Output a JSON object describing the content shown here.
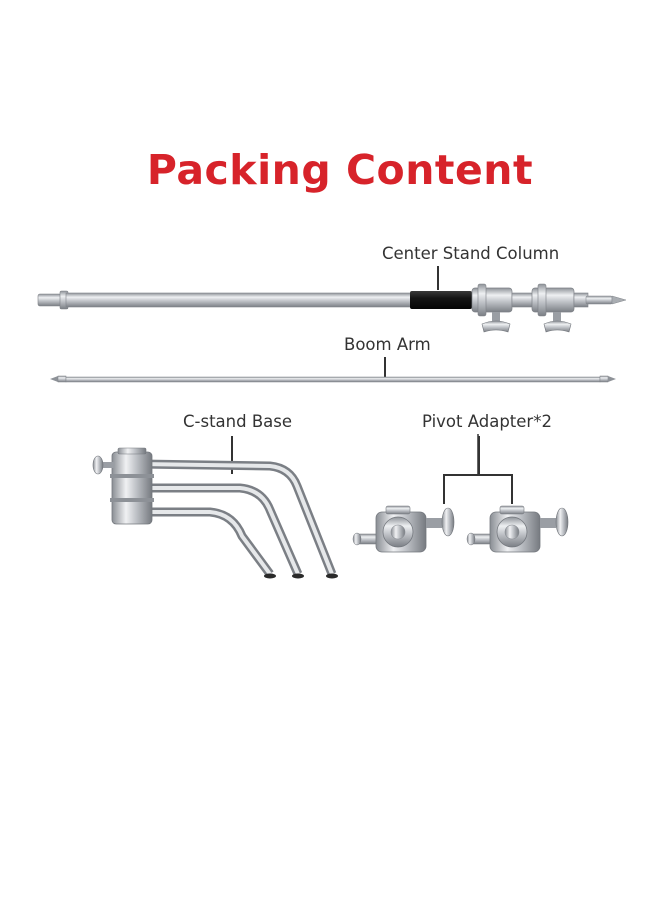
{
  "title": "Packing Content",
  "colors": {
    "title": "#d7232a",
    "label": "#333333",
    "metal": "#b9bcc1",
    "grip": "#1c1c1c"
  },
  "items": {
    "center_stand_column": {
      "label": "Center Stand Column"
    },
    "boom_arm": {
      "label": "Boom Arm"
    },
    "c_stand_base": {
      "label": "C-stand Base"
    },
    "pivot_adapter": {
      "label": "Pivot Adapter*2"
    }
  }
}
